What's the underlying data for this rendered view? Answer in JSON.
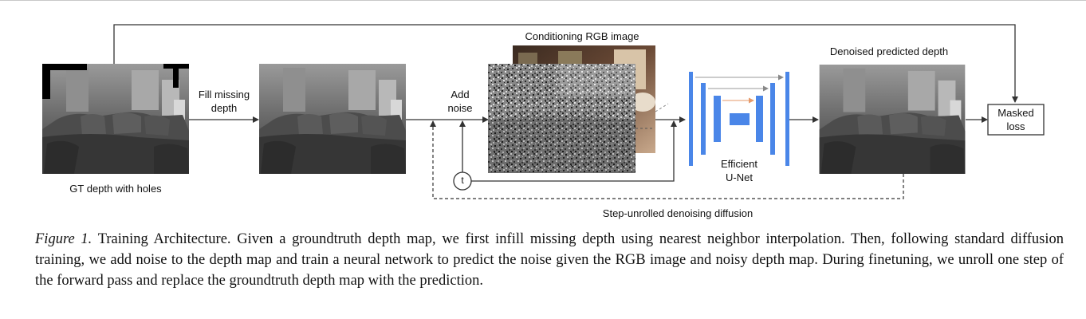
{
  "labels": {
    "conditioning": "Conditioning RGB image",
    "fill_missing": "Fill missing\ndepth",
    "add_noise": "Add\nnoise",
    "denoised": "Denoised predicted depth",
    "gt_depth": "GT depth with holes",
    "efficient_unet": "Efficient\nU-Net",
    "masked_loss": "Masked\nloss",
    "t_symbol": "t",
    "step_unrolled": "Step-unrolled denoising diffusion"
  },
  "caption": {
    "figure_label": "Figure 1.",
    "text": "Training Architecture. Given a groundtruth depth map, we first infill missing depth using nearest neighbor interpolation. Then, following standard diffusion training, we add noise to the depth map and train a neural network to predict the noise given the RGB image and noisy depth map. During finetuning, we unroll one step of the forward pass and replace the groundtruth depth map with the prediction."
  },
  "colors": {
    "unet_blue": "#4a86e8",
    "line": "#333333",
    "text": "#111111"
  }
}
